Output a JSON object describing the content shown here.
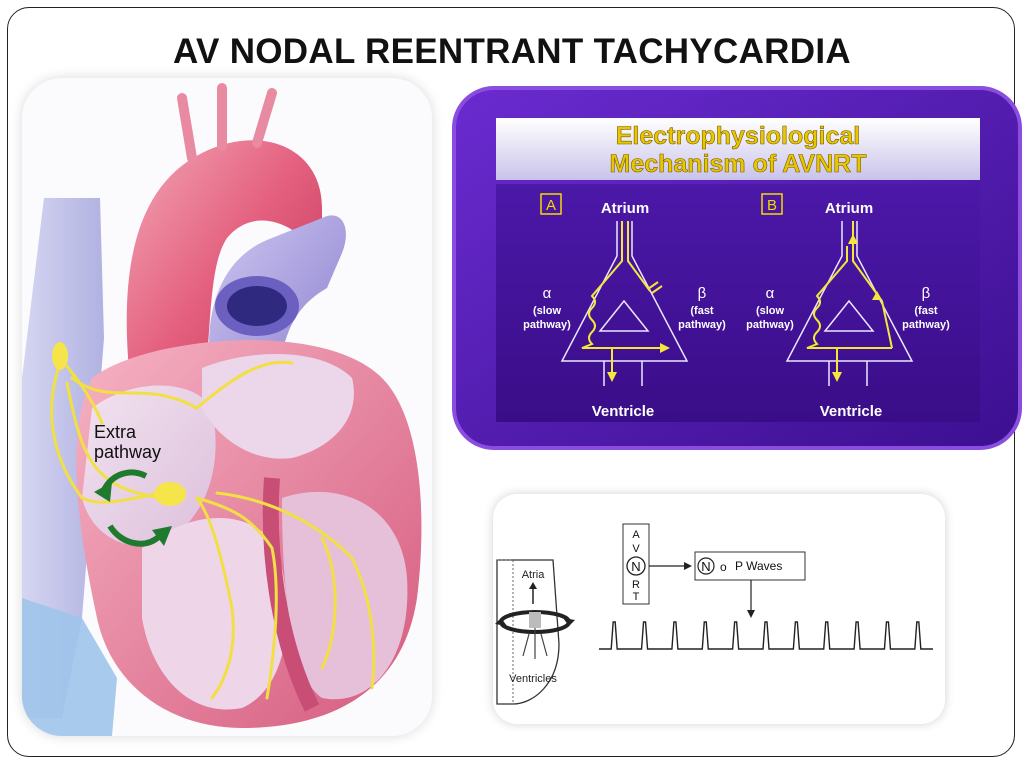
{
  "slide": {
    "title": "AV NODAL REENTRANT TACHYCARDIA"
  },
  "heart_illustration": {
    "label_line1": "Extra",
    "label_line2": "pathway"
  },
  "ep_mechanism": {
    "header_line1": "Electrophysiological",
    "header_line2": "Mechanism of AVNRT",
    "panels": [
      {
        "tag": "A",
        "top_label": "Atrium",
        "bottom_label": "Ventricle",
        "left_symbol": "α",
        "left_line1": "(slow",
        "left_line2": "pathway)",
        "right_symbol": "β",
        "right_line1": "(fast",
        "right_line2": "pathway)"
      },
      {
        "tag": "B",
        "top_label": "Atrium",
        "bottom_label": "Ventricle",
        "left_symbol": "α",
        "left_line1": "(slow",
        "left_line2": "pathway)",
        "right_symbol": "β",
        "right_line1": "(fast",
        "right_line2": "pathway)"
      }
    ],
    "colors": {
      "background": "#5a1fb8",
      "border": "#8a4de0",
      "header_text": "#f5d800",
      "pathway": "#f5e63a",
      "outline": "#e8e0ff"
    }
  },
  "ecg_diagram": {
    "avnrt_letters": [
      "A",
      "V",
      "N",
      "R",
      "T"
    ],
    "node_label": "N",
    "no_label": "o",
    "p_waves_label": "P Waves",
    "atria_label": "Atria",
    "ventricles_label": "Ventricles",
    "qrs_count": 11
  }
}
